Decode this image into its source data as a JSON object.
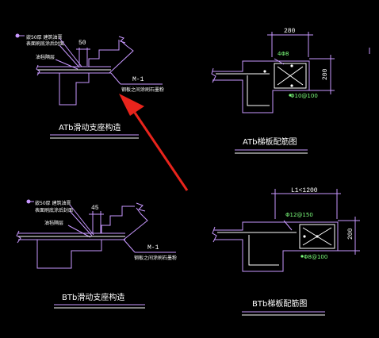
{
  "colors": {
    "background": "#000000",
    "linework": "#c898ff",
    "white": "#ffffff",
    "rebar": "#7cff7c",
    "arrow": "#e8241c"
  },
  "top_left": {
    "note1": "嵌50厚 建筑油膏",
    "note2": "表面刷底涂后封面",
    "note3": "油毡隔层",
    "dim": "50",
    "tag": "M-1",
    "tag_note": "钢板之间涂刷石墨粉",
    "caption": "ATb滑动支座构造"
  },
  "top_right": {
    "dim_width": "280",
    "dim_height": "200",
    "rebar_top": "4Φ8",
    "rebar_stirrup": "Φ10@100",
    "caption": "ATb梯板配筋图"
  },
  "bottom_left": {
    "note1": "嵌50厚 建筑油膏",
    "note2": "表面刷底涂后封面",
    "note3": "油毡隔层",
    "dim": "45",
    "tag": "M-1",
    "tag_note": "钢板之间涂刷石墨粉",
    "caption": "BTb滑动支座构造"
  },
  "bottom_right": {
    "dim_width": "L1<1200",
    "dim_height": "200",
    "rebar_top": "Φ12@150",
    "rebar_stirrup": "Φ8@100",
    "caption": "BTb梯板配筋图"
  }
}
